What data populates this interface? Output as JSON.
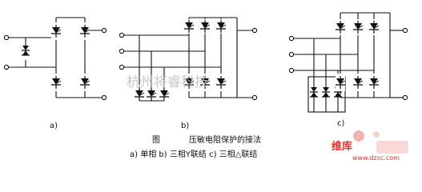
{
  "diagram": {
    "sublabels": {
      "a": "a)",
      "b": "b)",
      "c": "c)"
    },
    "caption": {
      "figure": "图",
      "title": "压敏电阻保护的接法",
      "legend": "a) 单相  b) 三相Y联结  c) 三相△联结"
    },
    "watermark": {
      "center_text": "杭州将睿科技",
      "logo_text": "维库",
      "logo_url": "www.dzsc.com"
    },
    "colors": {
      "line": "#111111",
      "watermark_red": "#e0312b",
      "watermark_gray": "#c8c8c8",
      "watermark_pink": "#f0a0a0"
    }
  }
}
